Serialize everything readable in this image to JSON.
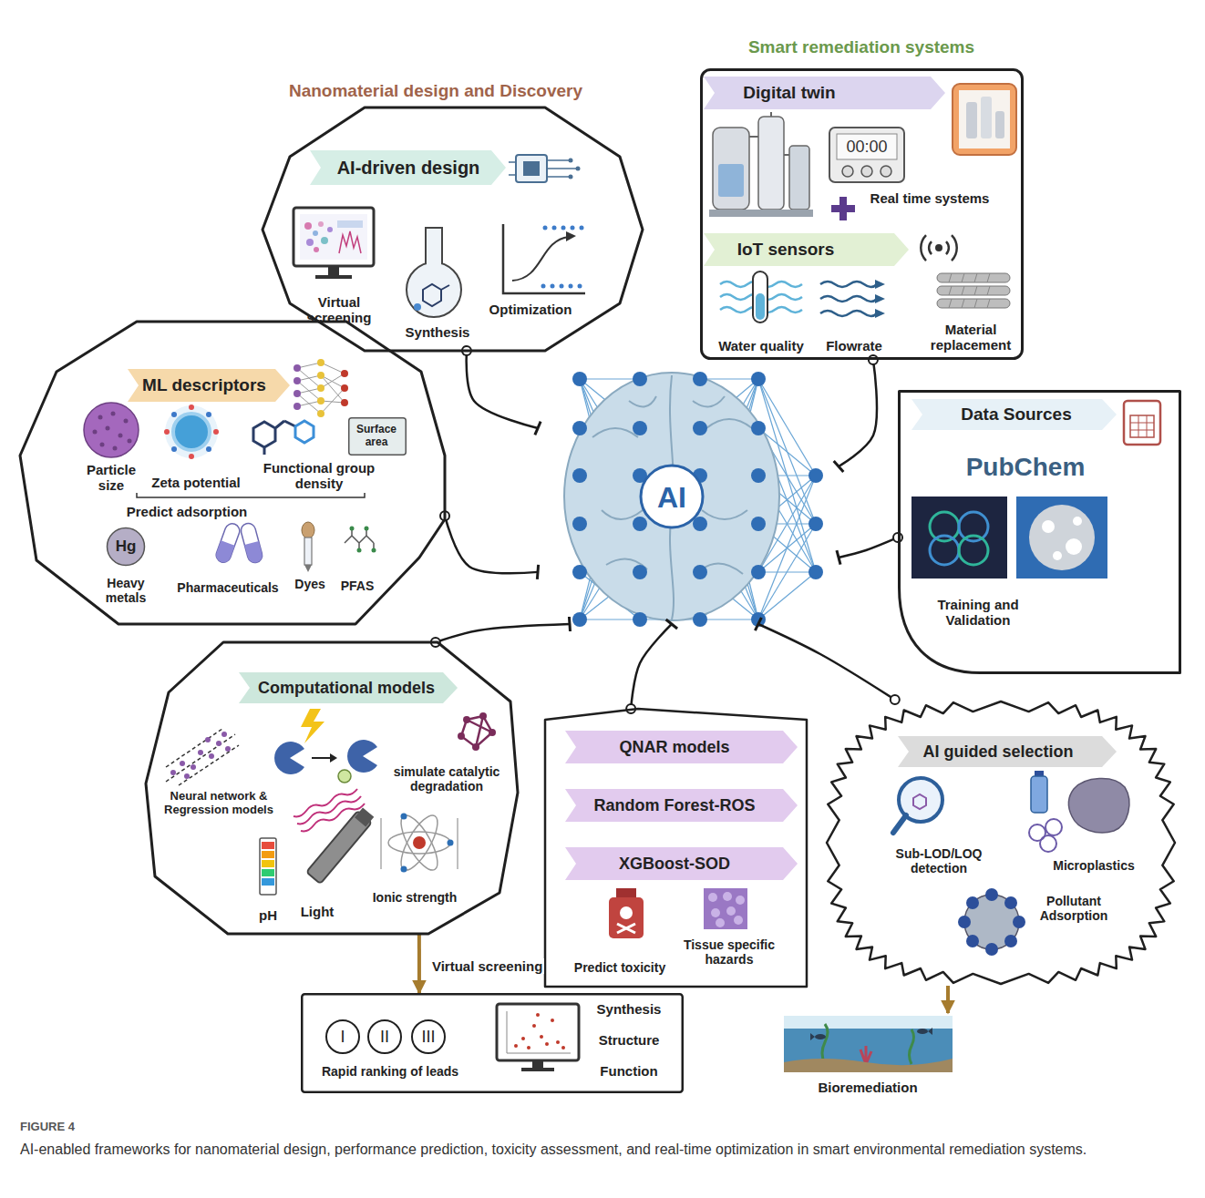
{
  "diagram": {
    "caption": "AI-enabled frameworks for nanomaterial design, performance prediction, toxicity assessment, and real-time optimization in smart environmental remediation systems.",
    "nodes": [
      {
        "text": [
          "Virtual screening",
          "Synthesis",
          "Optimization"
        ]
      },
      {
        "text": [
          "AI-driven design"
        ],
        "in": 0
      },
      {
        "text": [
          "00:00",
          "Real time systems",
          "Water quality",
          "Flowrate",
          "Material replacement"
        ]
      },
      {
        "text": [
          "Digital twin"
        ],
        "in": 2
      },
      {
        "text": [
          "IoT sensors"
        ],
        "in": 2
      },
      {
        "text": [
          "Particle size",
          "Zeta potential",
          "Functional group density",
          "Predict adsorption",
          "Heavy metals",
          "Pharmaceuticals",
          "Dyes",
          "PFAS"
        ]
      },
      {
        "text": [
          "ML descriptors"
        ],
        "in": 5
      },
      {
        "text": [
          "Surface area"
        ],
        "in": 5
      },
      {
        "text": [
          "Hg"
        ],
        "in": 5
      },
      {
        "text": [
          "AI"
        ]
      },
      {
        "text": [
          "PubChem",
          "Training and Validation"
        ]
      },
      {
        "text": [
          "Data Sources"
        ],
        "in": 10
      },
      {
        "text": [
          "Neural network & Regression models",
          "simulate catalytic degradation",
          "pH",
          "Light",
          "Ionic strength"
        ]
      },
      {
        "text": [
          "Computational models"
        ],
        "in": 12
      },
      {
        "text": [
          "Predict toxicity",
          "Tissue specific hazards"
        ]
      },
      {
        "text": [
          "QNAR models"
        ],
        "in": 14
      },
      {
        "text": [
          "Random Forest-ROS"
        ],
        "in": 14
      },
      {
        "text": [
          "XGBoost-SOD"
        ],
        "in": 14
      },
      {
        "text": [
          "Sub-LOD/LOQ detection",
          "Microplastics",
          "Pollutant Adsorption"
        ]
      },
      {
        "text": [
          "AI guided selection"
        ],
        "in": 18
      },
      {
        "text": [
          "Rapid ranking of leads",
          "Synthesis",
          "Structure",
          "Function"
        ]
      },
      {
        "text": [
          "I"
        ],
        "in": 20
      },
      {
        "text": [
          "II"
        ],
        "in": 20
      },
      {
        "text": [
          "III"
        ],
        "in": 20
      },
      {
        "text": [
          "Bioremediation"
        ]
      }
    ],
    "edges": [
      {
        "from": 0,
        "to": 9,
        "arrow": "none"
      },
      {
        "from": 2,
        "to": 9,
        "arrow": "none"
      },
      {
        "from": 5,
        "to": 9,
        "arrow": "none"
      },
      {
        "from": 10,
        "to": 9,
        "arrow": "none"
      },
      {
        "from": 12,
        "to": 9,
        "arrow": "none"
      },
      {
        "from": 14,
        "to": 9,
        "arrow": "none"
      },
      {
        "from": 18,
        "to": 9,
        "arrow": "none"
      },
      {
        "from": 12,
        "to": 20,
        "label": "Virtual screening",
        "arrow": "to"
      },
      {
        "from": 18,
        "to": 24,
        "arrow": "to"
      }
    ],
    "labels": [
      "Nanomaterial design and Discovery",
      "Smart remediation systems",
      "FIGURE 4"
    ]
  }
}
